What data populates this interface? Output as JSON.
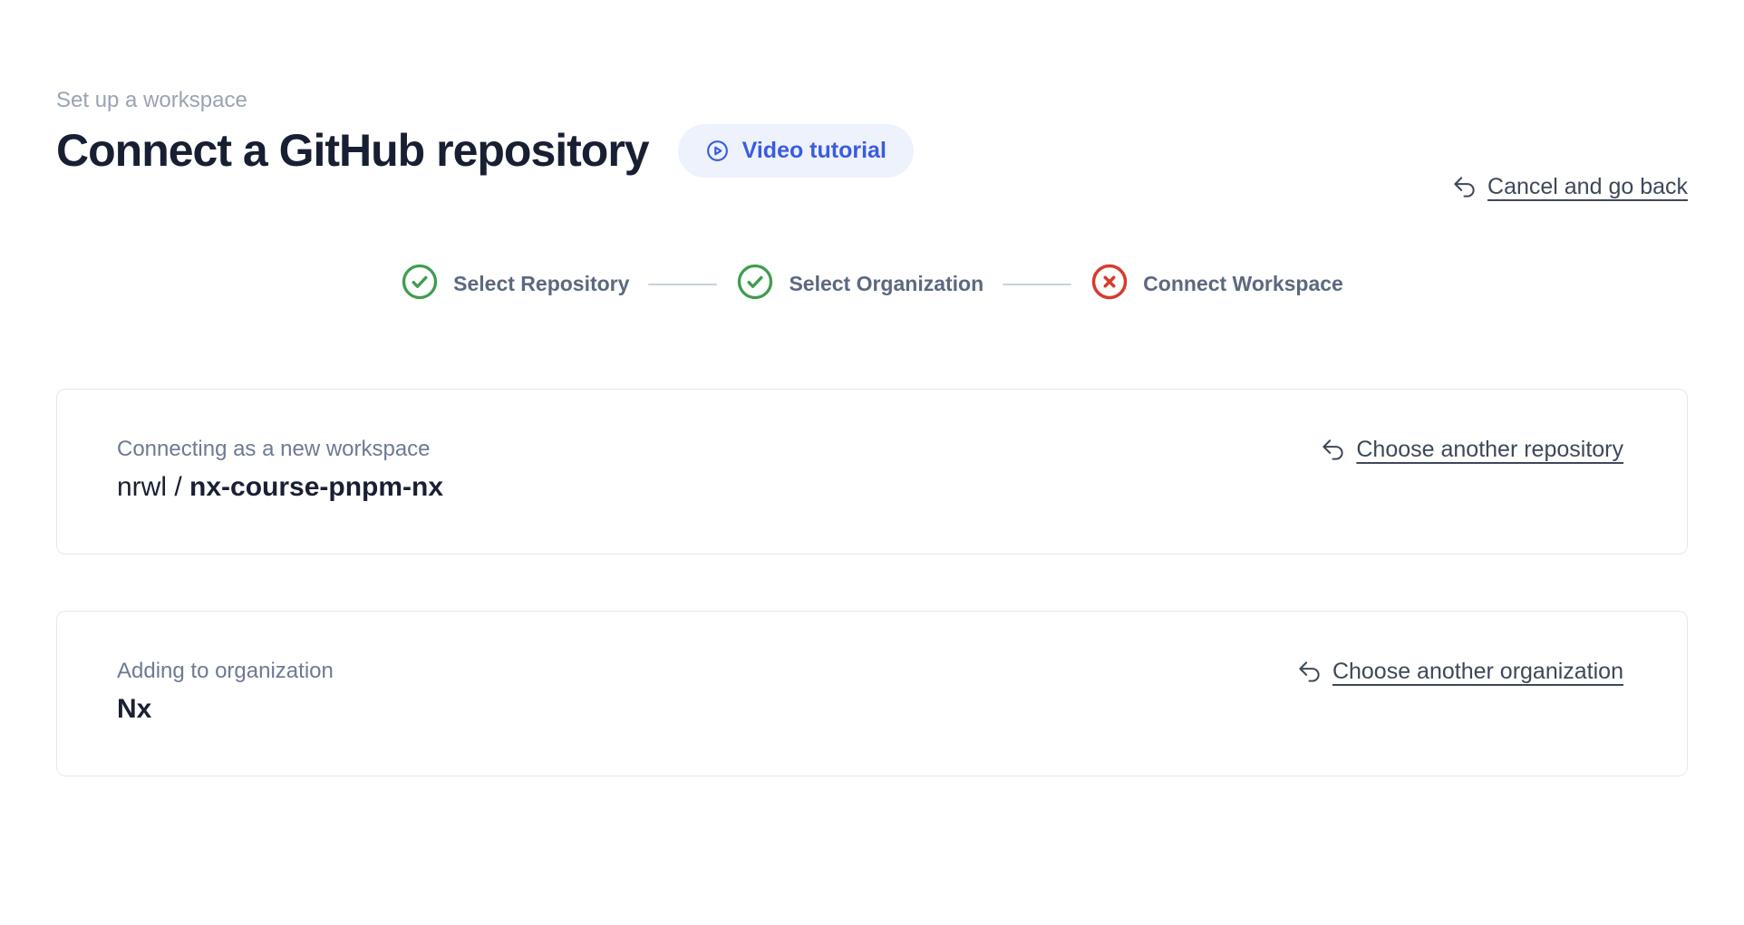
{
  "page": {
    "eyebrow": "Set up a workspace",
    "title": "Connect a GitHub repository"
  },
  "header": {
    "video_tutorial_label": "Video tutorial",
    "cancel_label": "Cancel and go back"
  },
  "stepper": {
    "steps": [
      {
        "label": "Select Repository",
        "status": "done"
      },
      {
        "label": "Select Organization",
        "status": "done"
      },
      {
        "label": "Connect Workspace",
        "status": "error"
      }
    ]
  },
  "cards": {
    "repository": {
      "label": "Connecting as a new workspace",
      "owner_prefix": "nrwl / ",
      "repo_name": "nx-course-pnpm-nx",
      "action_label": "Choose another repository"
    },
    "organization": {
      "label": "Adding to organization",
      "value": "Nx",
      "action_label": "Choose another organization"
    }
  },
  "colors": {
    "accent_blue": "#3b5be0",
    "success_green": "#3f9d4f",
    "error_red": "#d63b2c",
    "connector_gray": "#c9d2e0"
  }
}
